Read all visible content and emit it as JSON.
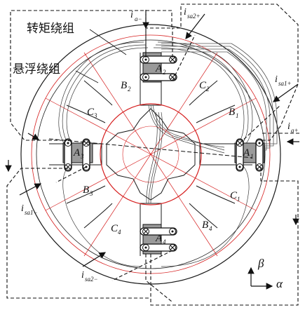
{
  "labels": {
    "torque_winding": "转矩绕组",
    "suspension_winding": "悬浮绕组",
    "i_a_minus": "i",
    "i_a_minus_sub": "a−",
    "i_a_plus": "i",
    "i_a_plus_sub": "a+",
    "i_sa1_plus": "i",
    "i_sa1_plus_sub": "sa1+",
    "i_sa1_minus": "i",
    "i_sa1_minus_sub": "sa1−",
    "i_sa2_plus": "i",
    "i_sa2_plus_sub": "sa2+",
    "i_sa2_minus": "i",
    "i_sa2_minus_sub": "sa2−",
    "beta": "β",
    "alpha": "α"
  },
  "poles": {
    "A1": "A",
    "A1_sub": "1",
    "A2": "A",
    "A2_sub": "2",
    "A3": "A",
    "A3_sub": "3",
    "A4": "A",
    "A4_sub": "4",
    "B1": "B",
    "B1_sub": "1",
    "B2": "B",
    "B2_sub": "2",
    "B3": "B",
    "B3_sub": "3",
    "B4": "B",
    "B4_sub": "4",
    "C1": "C",
    "C1_sub": "1",
    "C2": "C",
    "C2_sub": "2",
    "C3": "C",
    "C3_sub": "3",
    "C4": "C",
    "C4_sub": "4"
  },
  "colors": {
    "line": "#1a1a1a",
    "red": "#d62020",
    "winding": "#3a3a3a",
    "flux_fill": "#8a8a8a"
  }
}
